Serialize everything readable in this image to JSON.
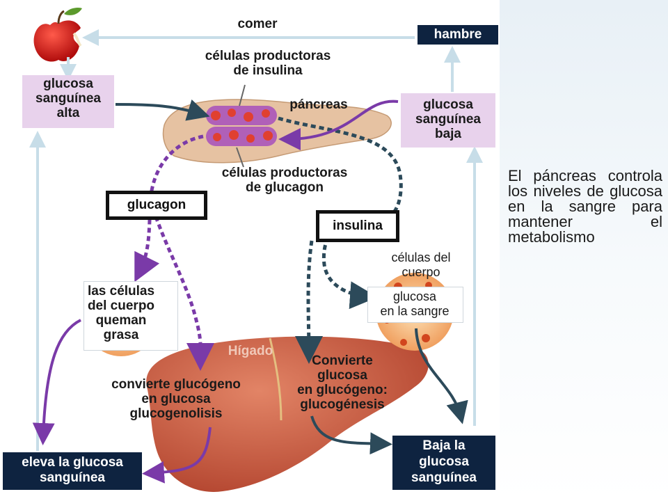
{
  "caption": "El páncreas controla los niveles de glucosa en la sangre para mantener el metabolismo",
  "labels": {
    "comer": "comer",
    "hambre": "hambre",
    "insulin_cells": [
      "células productoras",
      "de insulina"
    ],
    "pancreas": "páncreas",
    "high_glucose": [
      "glucosa",
      "sanguínea",
      "alta"
    ],
    "low_glucose": [
      "glucosa",
      "sanguínea",
      "baja"
    ],
    "glucagon_cells": [
      "células productoras",
      "de glucagon"
    ],
    "glucagon": "glucagon",
    "insulina": "insulina",
    "body_cells": [
      "células del",
      "cuerpo"
    ],
    "blood_glucose": [
      "glucosa",
      "en la sangre"
    ],
    "burn_fat": [
      "las células",
      "del cuerpo",
      "queman",
      "grasa"
    ],
    "liver": "Hígado",
    "glucogenolysis": [
      "convierte glucógeno",
      "en glucosa",
      "glucogenolisis"
    ],
    "glucogenesis": [
      "Convierte",
      "glucosa",
      "en glucógeno:",
      "glucogénesis"
    ],
    "raise_glucose": [
      "eleva la glucosa",
      "sanguínea"
    ],
    "lower_glucose": [
      "Baja la",
      "glucosa",
      "sanguínea"
    ]
  },
  "colors": {
    "navy": "#0e2340",
    "pink_box": "#e8d2ec",
    "purple_arrow": "#7a3aa8",
    "teal_arrow": "#2c4a5a",
    "light_arrow": "#c7dde8",
    "liver": "#c8583e",
    "pancreas": "#e6c2a2"
  }
}
